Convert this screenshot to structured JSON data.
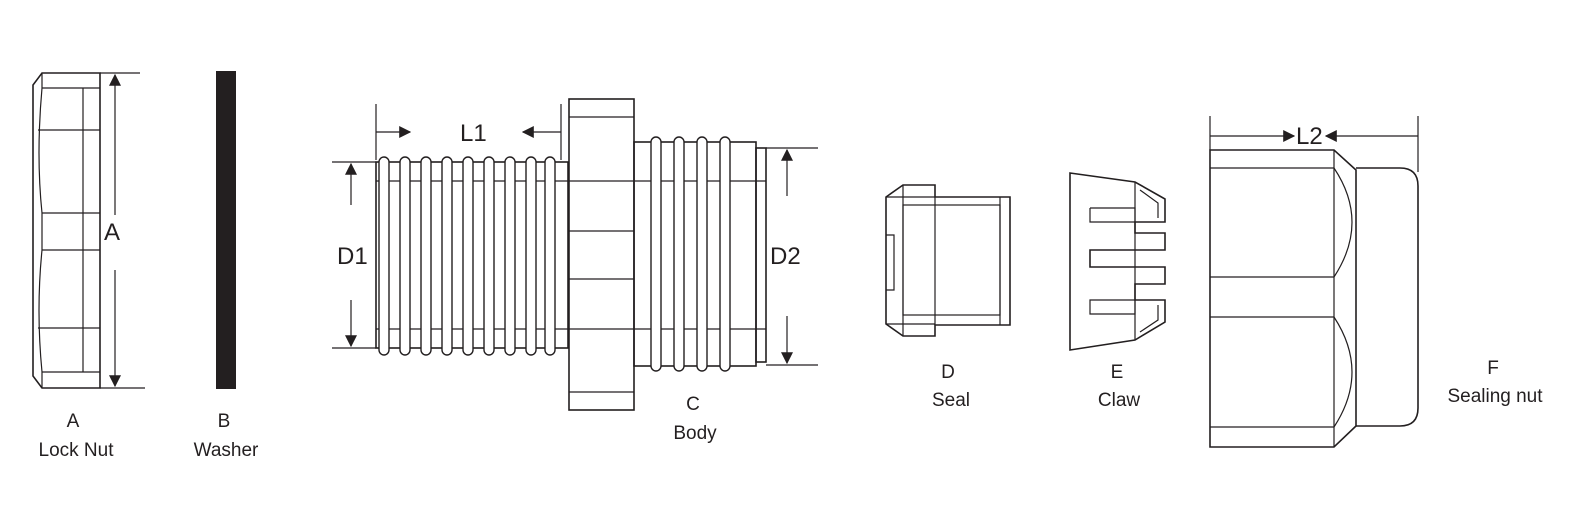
{
  "parts": [
    {
      "code": "A",
      "name": "Lock Nut"
    },
    {
      "code": "B",
      "name": "Washer"
    },
    {
      "code": "C",
      "name": "Body"
    },
    {
      "code": "D",
      "name": "Seal"
    },
    {
      "code": "E",
      "name": "Claw"
    },
    {
      "code": "F",
      "name": "Sealing nut"
    }
  ],
  "dimensions": {
    "a": "A",
    "l1": "L1",
    "d1": "D1",
    "d2": "D2",
    "l2": "L2"
  },
  "colors": {
    "ink": "#231f20",
    "washer": "#231f20",
    "background": "#ffffff"
  }
}
